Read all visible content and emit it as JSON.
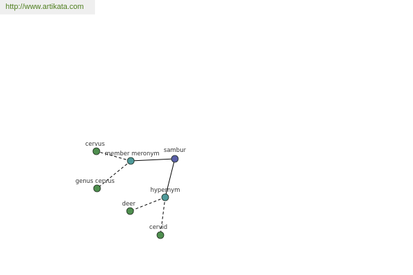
{
  "url": "http://www.artikata.com",
  "colors": {
    "center": "#5a5fa8",
    "relation": "#4f9a9a",
    "leaf": "#4f8f4f",
    "url_text": "#4f7f1f"
  },
  "graph": {
    "nodes": [
      {
        "id": "sambur",
        "label": "sambur",
        "kind": "center"
      },
      {
        "id": "member-meronym",
        "label": "member meronym",
        "kind": "relation"
      },
      {
        "id": "hypernym",
        "label": "hypernym",
        "kind": "relation"
      },
      {
        "id": "cervus",
        "label": "cervus",
        "kind": "leaf"
      },
      {
        "id": "genus-cervus",
        "label": "genus cervus",
        "kind": "leaf"
      },
      {
        "id": "deer",
        "label": "deer",
        "kind": "leaf"
      },
      {
        "id": "cervid",
        "label": "cervid",
        "kind": "leaf"
      }
    ],
    "edges": [
      {
        "from": "sambur",
        "to": "member-meronym",
        "style": "solid"
      },
      {
        "from": "sambur",
        "to": "hypernym",
        "style": "solid"
      },
      {
        "from": "member-meronym",
        "to": "cervus",
        "style": "dashed"
      },
      {
        "from": "member-meronym",
        "to": "genus-cervus",
        "style": "dashed"
      },
      {
        "from": "hypernym",
        "to": "deer",
        "style": "dashed"
      },
      {
        "from": "hypernym",
        "to": "cervid",
        "style": "dashed"
      }
    ]
  }
}
